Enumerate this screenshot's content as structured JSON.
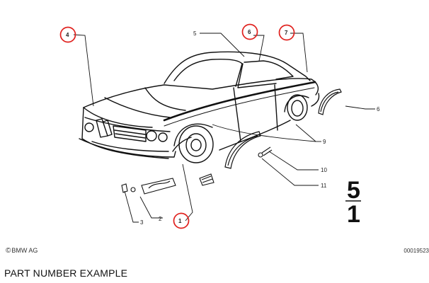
{
  "diagram": {
    "callouts": [
      {
        "id": "c1",
        "label": "1",
        "circled": true,
        "color": "#e0201d"
      },
      {
        "id": "c2",
        "label": "2",
        "circled": false
      },
      {
        "id": "c3",
        "label": "3",
        "circled": false
      },
      {
        "id": "c4",
        "label": "4",
        "circled": true,
        "color": "#e0201d"
      },
      {
        "id": "c5",
        "label": "5",
        "circled": false
      },
      {
        "id": "c6a",
        "label": "6",
        "circled": true,
        "color": "#e0201d"
      },
      {
        "id": "c6b",
        "label": "6",
        "circled": false
      },
      {
        "id": "c7",
        "label": "7",
        "circled": true,
        "color": "#e0201d"
      },
      {
        "id": "c9",
        "label": "9",
        "circled": false
      },
      {
        "id": "c10",
        "label": "10",
        "circled": false
      },
      {
        "id": "c11",
        "label": "11",
        "circled": false
      }
    ],
    "side_mark_top": "5",
    "side_mark_bottom": "1"
  },
  "footer": {
    "copyright_symbol": "©",
    "copyright_text": "BMW AG",
    "reference_code": "00019523"
  },
  "caption": "PART NUMBER EXAMPLE"
}
